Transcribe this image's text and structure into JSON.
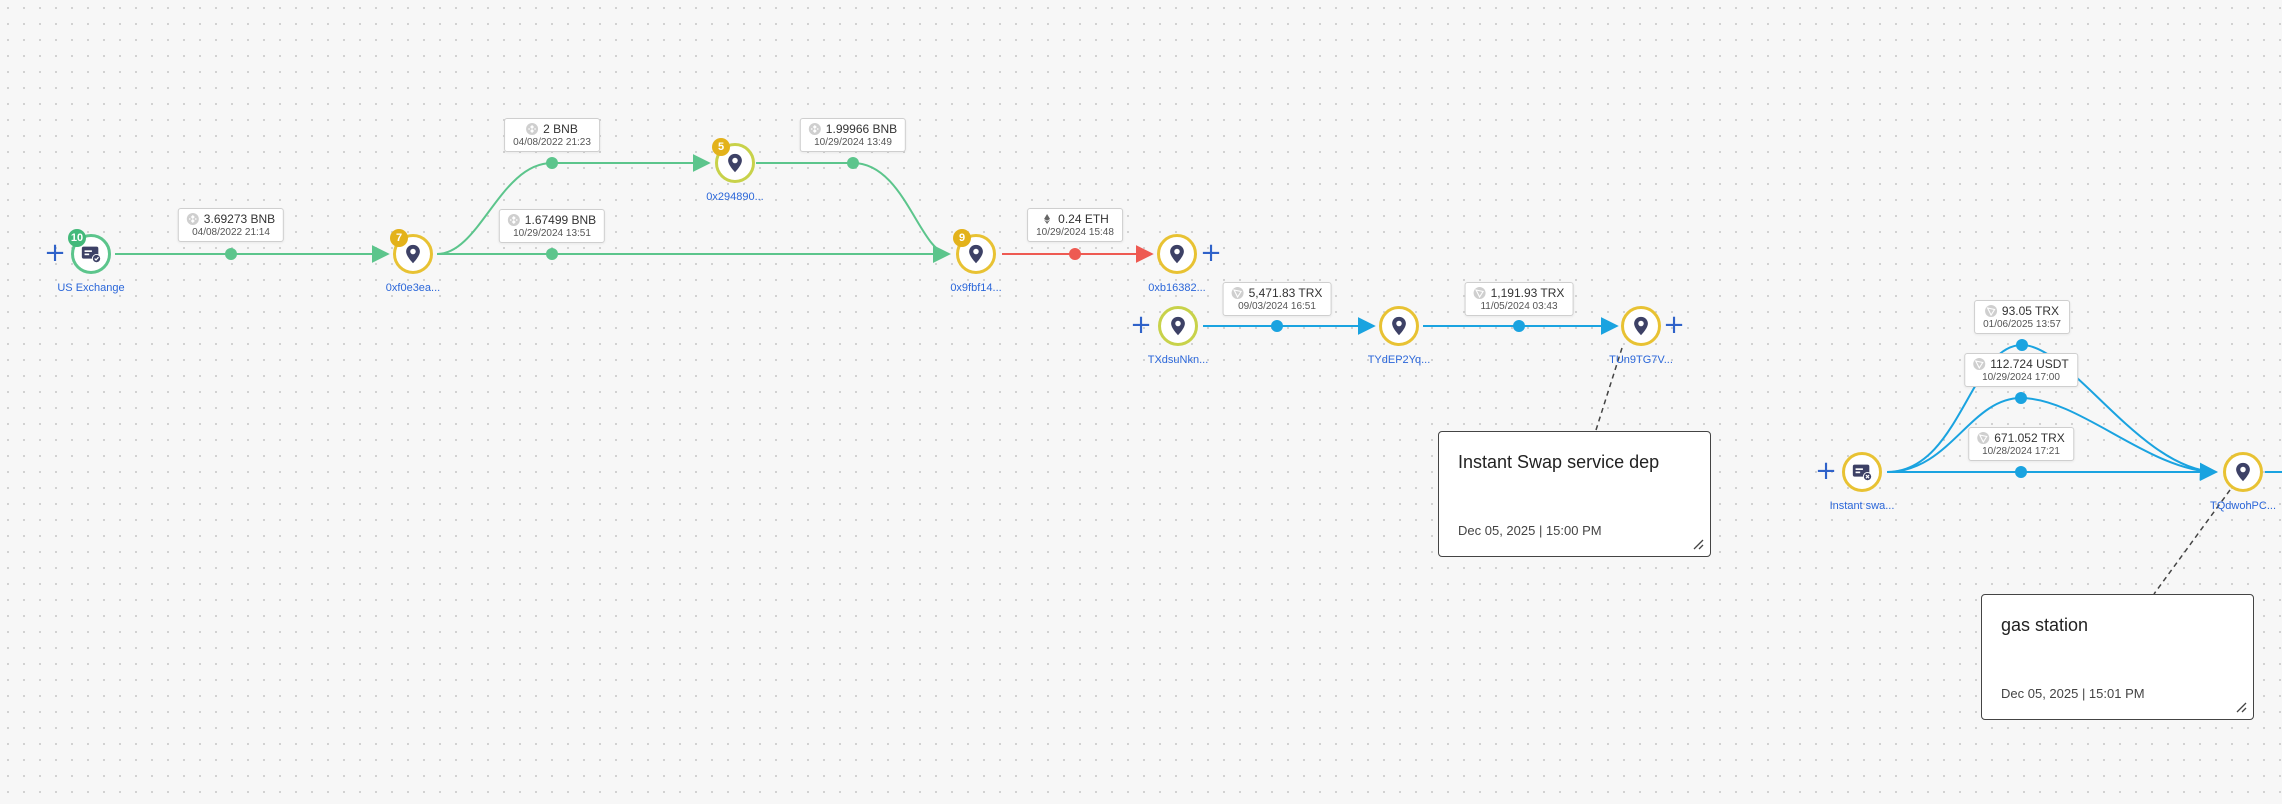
{
  "nodes": [
    {
      "id": "n1",
      "label": "US Exchange",
      "badge": "10",
      "kind": "exchange"
    },
    {
      "id": "n2",
      "label": "0xf0e3ea...",
      "badge": "7",
      "kind": "address"
    },
    {
      "id": "n3",
      "label": "0x294890...",
      "badge": "5",
      "kind": "address"
    },
    {
      "id": "n4",
      "label": "0x9fbf14...",
      "badge": "9",
      "kind": "address"
    },
    {
      "id": "n5",
      "label": "0xb16382...",
      "badge": "",
      "kind": "address"
    },
    {
      "id": "n6",
      "label": "TXdsuNkn...",
      "badge": "",
      "kind": "address"
    },
    {
      "id": "n7",
      "label": "TYdEP2Yq...",
      "badge": "",
      "kind": "address"
    },
    {
      "id": "n8",
      "label": "TUn9TG7V...",
      "badge": "",
      "kind": "address"
    },
    {
      "id": "n9",
      "label": "Instant swa...",
      "badge": "",
      "kind": "swap"
    },
    {
      "id": "n10",
      "label": "TQdwohPC...",
      "badge": "",
      "kind": "address"
    }
  ],
  "edges": [
    {
      "id": "e1",
      "amount": "3.69273 BNB",
      "date": "04/08/2022 21:14",
      "coin": "bnb",
      "color": "#5cc58c"
    },
    {
      "id": "e2",
      "amount": "2 BNB",
      "date": "04/08/2022 21:23",
      "coin": "bnb",
      "color": "#5cc58c"
    },
    {
      "id": "e3",
      "amount": "1.67499 BNB",
      "date": "10/29/2024 13:51",
      "coin": "bnb",
      "color": "#5cc58c"
    },
    {
      "id": "e4",
      "amount": "1.99966 BNB",
      "date": "10/29/2024 13:49",
      "coin": "bnb",
      "color": "#5cc58c"
    },
    {
      "id": "e5",
      "amount": "0.24 ETH",
      "date": "10/29/2024 15:48",
      "coin": "eth",
      "color": "#ee5a52"
    },
    {
      "id": "e6",
      "amount": "5,471.83 TRX",
      "date": "09/03/2024 16:51",
      "coin": "trx",
      "color": "#1aa3e0"
    },
    {
      "id": "e7",
      "amount": "1,191.93 TRX",
      "date": "11/05/2024 03:43",
      "coin": "trx",
      "color": "#1aa3e0"
    },
    {
      "id": "e8",
      "amount": "93.05 TRX",
      "date": "01/06/2025 13:57",
      "coin": "trx",
      "color": "#1aa3e0"
    },
    {
      "id": "e9",
      "amount": "112.724 USDT",
      "date": "10/29/2024 17:00",
      "coin": "trx",
      "color": "#1aa3e0"
    },
    {
      "id": "e10",
      "amount": "671.052 TRX",
      "date": "10/28/2024 17:21",
      "coin": "trx",
      "color": "#1aa3e0"
    }
  ],
  "notes": [
    {
      "id": "note1",
      "title": "Instant Swap service dep",
      "date": "Dec 05, 2025 | 15:00 PM"
    },
    {
      "id": "note2",
      "title": "gas station",
      "date": "Dec 05, 2025 | 15:01 PM"
    }
  ],
  "expand_glyph": "+",
  "colors": {
    "green": "#5cc58c",
    "red": "#ee5a52",
    "blue": "#1aa3e0",
    "node_icon": "#3d4166",
    "label_blue": "#2a66d9"
  }
}
